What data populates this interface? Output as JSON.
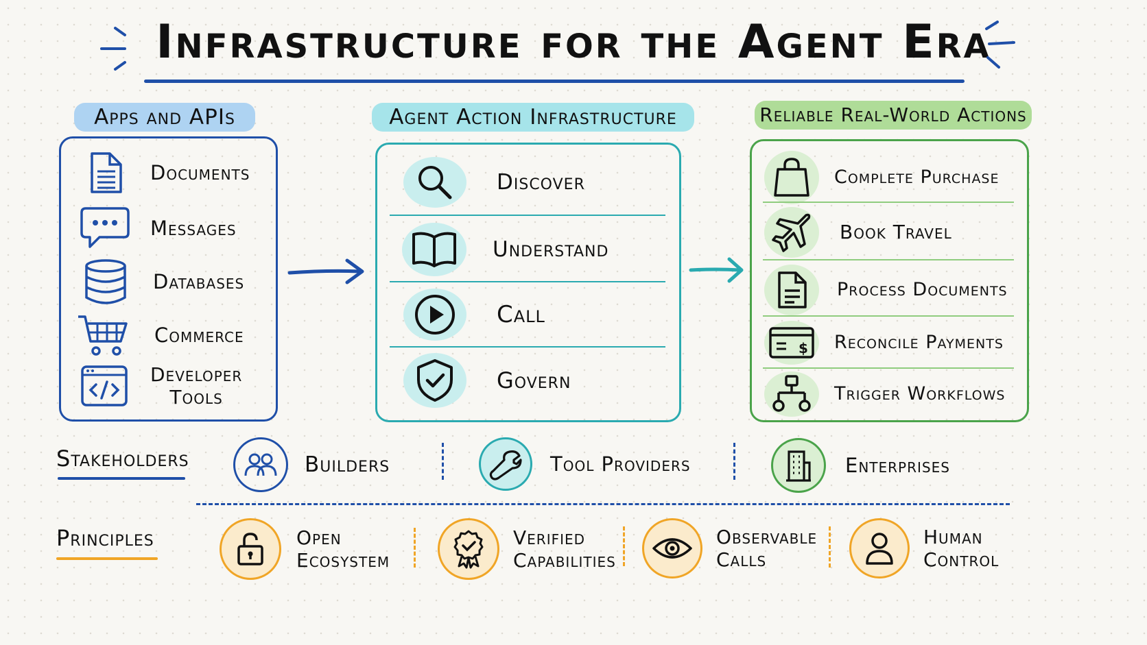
{
  "title": "Infrastructure for the Agent Era",
  "colors": {
    "blue": "#1f4fa8",
    "teal": "#2aaab0",
    "green": "#4aa34a",
    "orange": "#f0a526",
    "blue_highlight": "#aed3f2",
    "teal_highlight": "#a6e4ea",
    "green_highlight": "#afdc98",
    "teal_circle": "#c9eeee",
    "green_circle": "#dbefd3"
  },
  "apps": {
    "heading": "Apps and APIs",
    "items": [
      {
        "label": "Documents",
        "icon": "document-icon"
      },
      {
        "label": "Messages",
        "icon": "chat-bubble-icon"
      },
      {
        "label": "Databases",
        "icon": "database-icon"
      },
      {
        "label": "Commerce",
        "icon": "shopping-cart-icon"
      },
      {
        "label": "Developer Tools",
        "line1": "Developer",
        "line2": "Tools",
        "icon": "code-window-icon"
      }
    ]
  },
  "infra": {
    "heading": "Agent Action Infrastructure",
    "items": [
      {
        "label": "Discover",
        "icon": "magnifier-icon"
      },
      {
        "label": "Understand",
        "icon": "open-book-icon"
      },
      {
        "label": "Call",
        "icon": "play-icon"
      },
      {
        "label": "Govern",
        "icon": "shield-check-icon"
      }
    ]
  },
  "actions": {
    "heading": "Reliable Real-World Actions",
    "items": [
      {
        "label": "Complete Purchase",
        "icon": "shopping-bag-icon"
      },
      {
        "label": "Book Travel",
        "icon": "airplane-icon"
      },
      {
        "label": "Process Documents",
        "icon": "document-icon"
      },
      {
        "label": "Reconcile Payments",
        "icon": "payment-card-icon"
      },
      {
        "label": "Trigger Workflows",
        "icon": "workflow-icon"
      }
    ]
  },
  "stakeholders": {
    "heading": "Stakeholders",
    "items": [
      {
        "label": "Builders",
        "icon": "people-icon"
      },
      {
        "label": "Tool Providers",
        "icon": "wrench-icon"
      },
      {
        "label": "Enterprises",
        "icon": "building-icon"
      }
    ]
  },
  "principles": {
    "heading": "Principles",
    "items": [
      {
        "line1": "Open",
        "line2": "Ecosystem",
        "icon": "padlock-open-icon"
      },
      {
        "line1": "Verified",
        "line2": "Capabilities",
        "icon": "badge-check-icon"
      },
      {
        "line1": "Observable",
        "line2": "Calls",
        "icon": "eye-icon"
      },
      {
        "line1": "Human",
        "line2": "Control",
        "icon": "person-icon"
      }
    ]
  }
}
